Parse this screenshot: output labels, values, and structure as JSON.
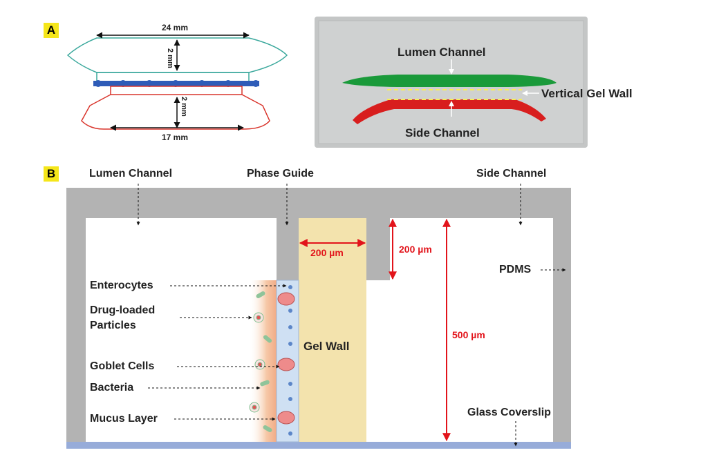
{
  "panel_a": {
    "label": "A",
    "dims": {
      "top_width": "24 mm",
      "top_height": "2 mm",
      "bottom_height": "2 mm",
      "bottom_width": "17 mm"
    },
    "photo_labels": {
      "lumen": "Lumen Channel",
      "wall": "Vertical Gel Wall",
      "side": "Side Channel"
    },
    "colors": {
      "lumen": "#1a9a3a",
      "side": "#d81e1e",
      "top_outline": "#3aa89c",
      "bottom_outline": "#d9342b",
      "phase_dots": "#2e5cb8"
    }
  },
  "panel_b": {
    "label": "B",
    "headers": {
      "lumen": "Lumen Channel",
      "phase_guide": "Phase Guide",
      "side": "Side Channel"
    },
    "dims": {
      "gel_width": "200 µm",
      "guide_height": "200 µm",
      "channel_height": "500 µm"
    },
    "gel_wall": "Gel Wall",
    "pdms": "PDMS",
    "glass": "Glass Coverslip",
    "cells": [
      "Enterocytes",
      "Drug-loaded Particles",
      "Goblet Cells",
      "Bacteria",
      "Mucus Layer"
    ],
    "colors": {
      "pdms": "#b3b3b3",
      "gel": "#f3e3ad",
      "glass": "#97acd9",
      "dimension": "#e2141b"
    }
  }
}
